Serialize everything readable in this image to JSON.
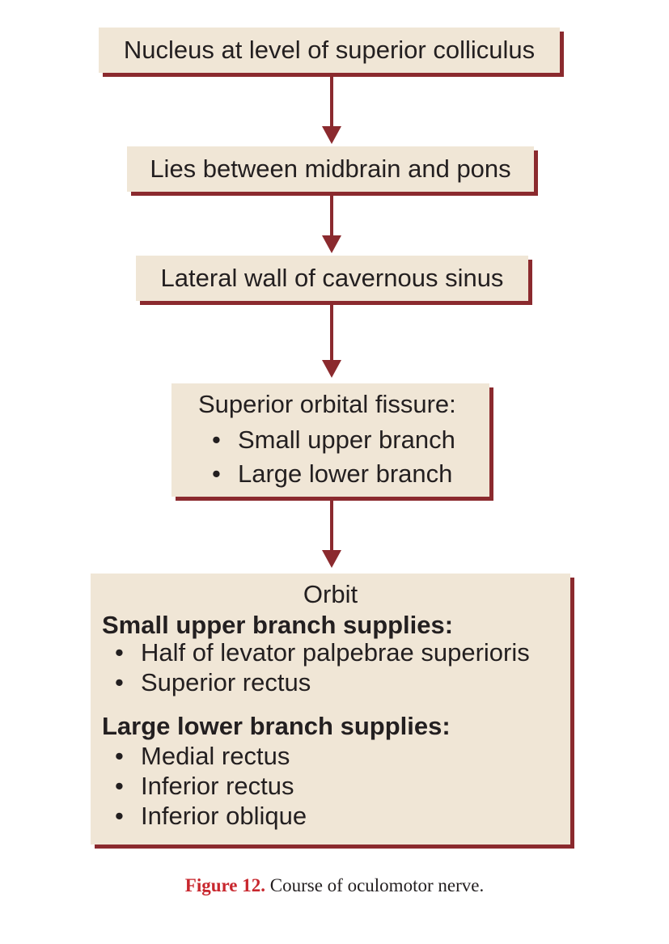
{
  "flowchart": {
    "nodes": [
      {
        "text": "Nucleus at level of superior colliculus"
      },
      {
        "text": "Lies between midbrain and pons"
      },
      {
        "text": "Lateral wall of cavernous sinus"
      },
      {
        "heading": "Superior orbital fissure:",
        "bullets": [
          "Small upper branch",
          "Large lower branch"
        ]
      },
      {
        "title": "Orbit",
        "sections": [
          {
            "heading": "Small upper branch supplies:",
            "bullets": [
              "Half of levator palpebrae superioris",
              "Superior rectus"
            ]
          },
          {
            "heading": "Large lower branch supplies:",
            "bullets": [
              "Medial rectus",
              "Inferior rectus",
              "Inferior oblique"
            ]
          }
        ]
      }
    ],
    "bullet_char": "•"
  },
  "caption": {
    "label": "Figure 12.",
    "text": "Course of oculomotor nerve."
  },
  "colors": {
    "box_fill": "#f0e6d6",
    "box_shadow": "#8b2a2e",
    "arrow": "#8b2a2e",
    "caption_label": "#c8272e",
    "text": "#231f20"
  }
}
